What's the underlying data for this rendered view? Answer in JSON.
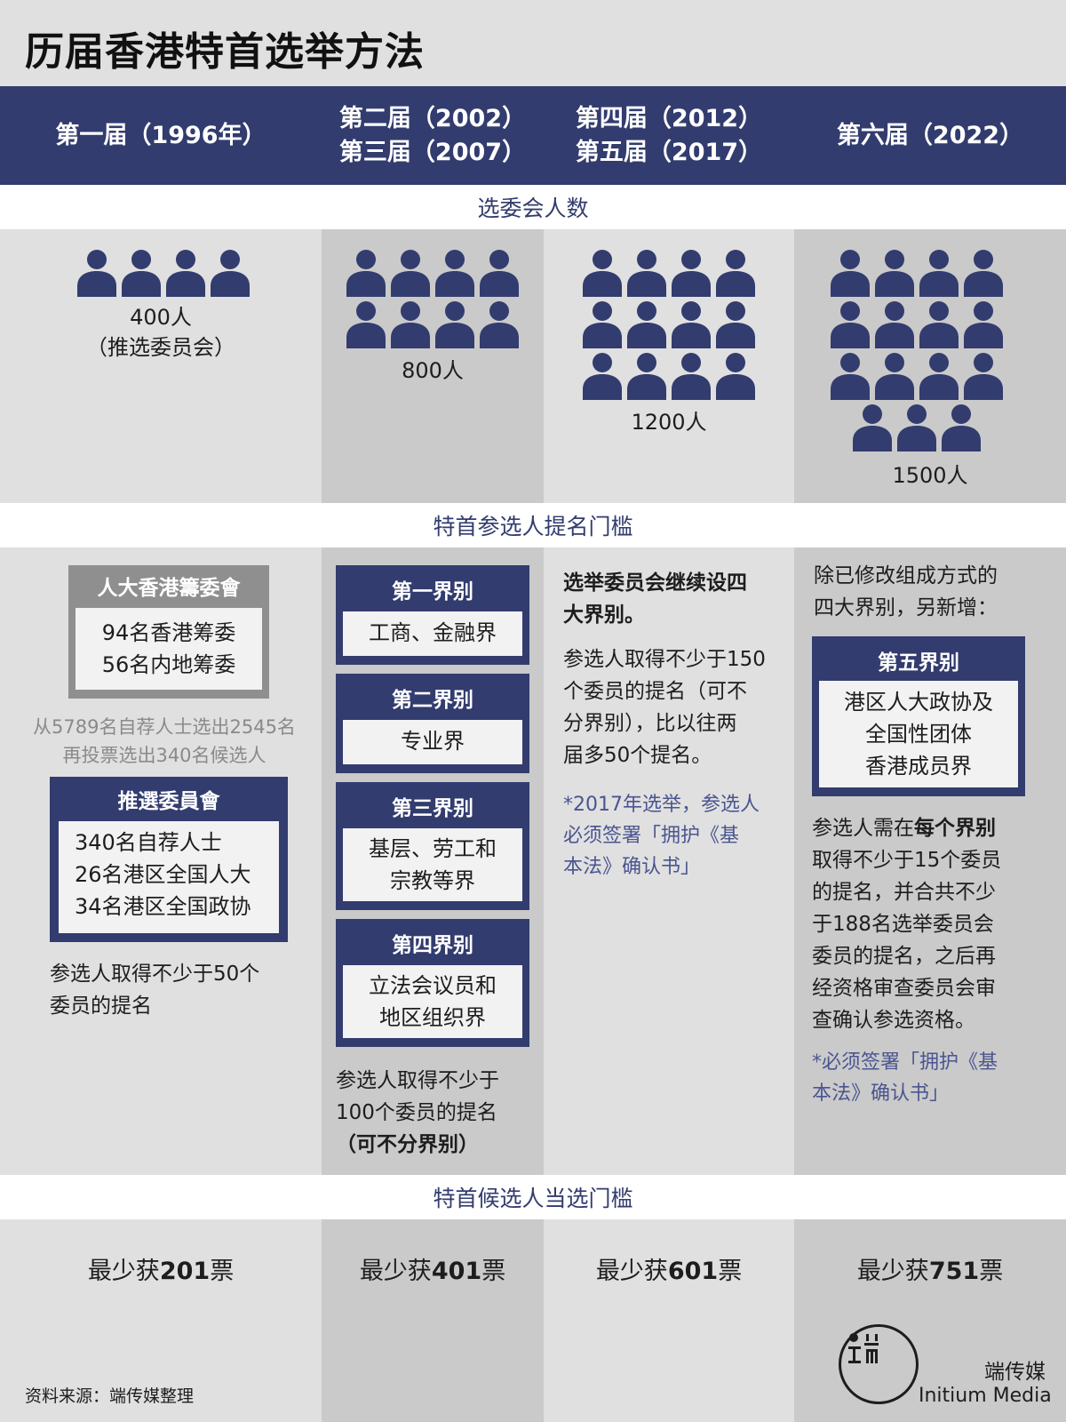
{
  "title": "历届香港特首选举方法",
  "header": {
    "col1": "第一届（1996年）",
    "col2_line1": "第二届（2002）",
    "col2_line2": "第三届（2007）",
    "col3_line1": "第四届（2012）",
    "col3_line2": "第五届（2017）",
    "col4": "第六届（2022）"
  },
  "sections": {
    "committee_size": "选委会人数",
    "nomination": "特首参选人提名门槛",
    "election": "特首候选人当选门槛"
  },
  "committee": {
    "col1_count": "400人",
    "col1_note": "（推选委员会）",
    "col2_count": "800人",
    "col3_count": "1200人",
    "col4_count": "1500人"
  },
  "icons": {
    "person": "person-icon",
    "color": "#323c6e"
  },
  "col1_nom": {
    "prep_title": "人大香港籌委會",
    "prep_line1": "94名香港筹委",
    "prep_line2": "56名内地筹委",
    "select_line1": "从5789名自荐人士选出2545名",
    "select_line2": "再投票选出340名候选人",
    "comm_title": "推選委員會",
    "comm_line1": "340名自荐人士",
    "comm_line2": "26名港区全国人大",
    "comm_line3": "34名港区全国政协",
    "req_line1": "参选人取得不少于50个",
    "req_line2": "委员的提名"
  },
  "col2_nom": {
    "sector1_title": "第一界别",
    "sector1_body": "工商、金融界",
    "sector2_title": "第二界别",
    "sector2_body": "专业界",
    "sector3_title": "第三界别",
    "sector3_line1": "基层、劳工和",
    "sector3_line2": "宗教等界",
    "sector4_title": "第四界别",
    "sector4_line1": "立法会议员和",
    "sector4_line2": "地区组织界",
    "req_line1": "参选人取得不少于",
    "req_line2": "100个委员的提名",
    "req_line3": "（可不分界别）"
  },
  "col3_nom": {
    "bold_line1": "选举委员会继续设四",
    "bold_line2": "大界别。",
    "req_line1": "参选人取得不少于150",
    "req_line2": "个委员的提名（可不",
    "req_line3": "分界别），比以往两",
    "req_line4": "届多50个提名。",
    "note_line1": "*2017年选举，参选人",
    "note_line2": "必须签署「拥护《基",
    "note_line3": "本法》确认书」"
  },
  "col4_nom": {
    "intro_line1": "除已修改组成方式的",
    "intro_line2": "四大界别，另新增：",
    "sector5_title": "第五界别",
    "sector5_line1": "港区人大政协及",
    "sector5_line2": "全国性团体",
    "sector5_line3": "香港成员界",
    "req_line1_pre": "参选人需在",
    "req_line1_bold": "每个界别",
    "req_line2": "取得不少于15个委员",
    "req_line3": "的提名，并合共不少",
    "req_line4": "于188名选举委员会",
    "req_line5": "委员的提名，之后再",
    "req_line6": "经资格审查委员会审",
    "req_line7": "查确认参选资格。",
    "note_line1": "*必须签署「拥护《基",
    "note_line2": "本法》确认书」"
  },
  "election": {
    "prefix": "最少获",
    "suffix": "票",
    "col1_votes": "201",
    "col2_votes": "401",
    "col3_votes": "601",
    "col4_votes": "751"
  },
  "footer": {
    "source": "资料来源：端传媒整理",
    "brand_cn": "端传媒",
    "brand_en": "Initium Media"
  }
}
